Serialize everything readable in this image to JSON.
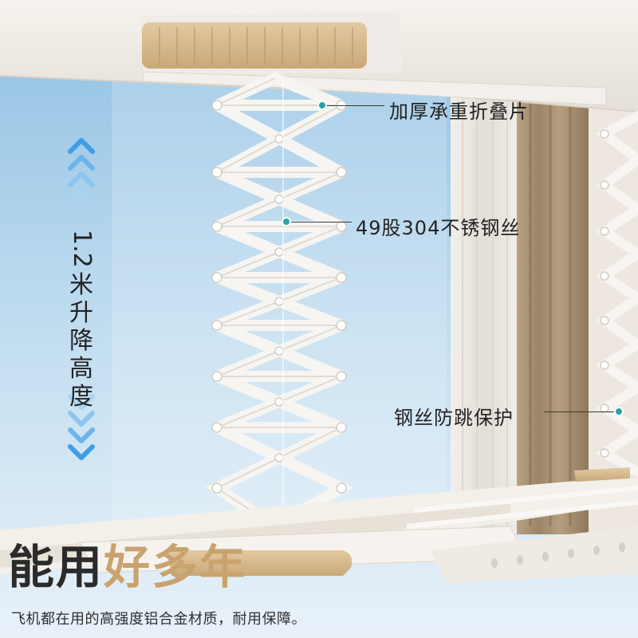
{
  "callouts": {
    "plate": "加厚承重折叠片",
    "wire": "49股304不锈钢丝",
    "antijump": "钢丝防跳保护"
  },
  "height_label": {
    "number": "1.2",
    "chars": [
      "米",
      "升",
      "降",
      "高",
      "度"
    ]
  },
  "headline": {
    "part1": "能用",
    "part2": "好多年"
  },
  "subline": "飞机都在用的高强度铝合金材质，耐用保障。",
  "colors": {
    "accent_teal": "#2aa3a8",
    "arrow_blue": "#3f9ee6",
    "arrow_light_blue": "#a9d3f2",
    "gold_text": "#c9a36e",
    "wood": "#d6b98e",
    "rack_white": "#f4f1ec",
    "sky_top": "#9cc7e6",
    "curtain_brown": "#a99274"
  },
  "icons": {
    "up_arrows": "double-chevron-up-icon",
    "down_arrows": "double-chevron-down-icon"
  }
}
